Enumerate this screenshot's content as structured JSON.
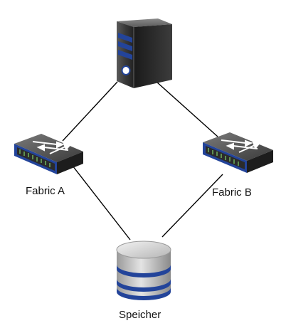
{
  "diagram": {
    "nodes": {
      "server": {
        "icon": "server-tower-icon"
      },
      "fabric_a": {
        "label": "Fabric A",
        "icon": "network-switch-icon"
      },
      "fabric_b": {
        "label": "Fabric B",
        "icon": "network-switch-icon"
      },
      "storage": {
        "label": "Speicher",
        "icon": "storage-database-icon"
      }
    },
    "links": [
      {
        "from": "server",
        "to": "fabric_a"
      },
      {
        "from": "server",
        "to": "fabric_b"
      },
      {
        "from": "fabric_a",
        "to": "storage"
      },
      {
        "from": "fabric_b",
        "to": "storage"
      }
    ],
    "colors": {
      "device_dark": "#2b2b2b",
      "device_blue": "#23449a",
      "port_green": "#7fd36b",
      "line": "#000000"
    }
  }
}
